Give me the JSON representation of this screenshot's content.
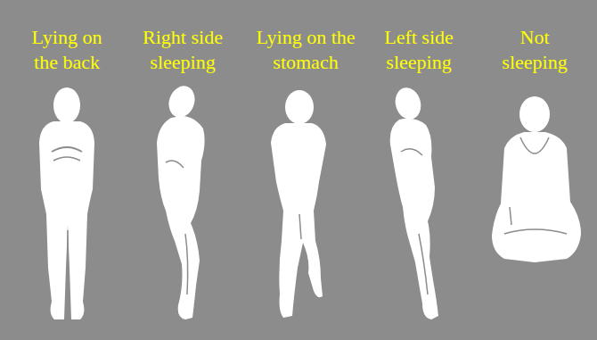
{
  "diagram": {
    "labels": [
      "Lying on the back",
      "Right side sleeping",
      "Lying on the stomach",
      "Left side sleeping",
      "Not sleeping"
    ]
  }
}
